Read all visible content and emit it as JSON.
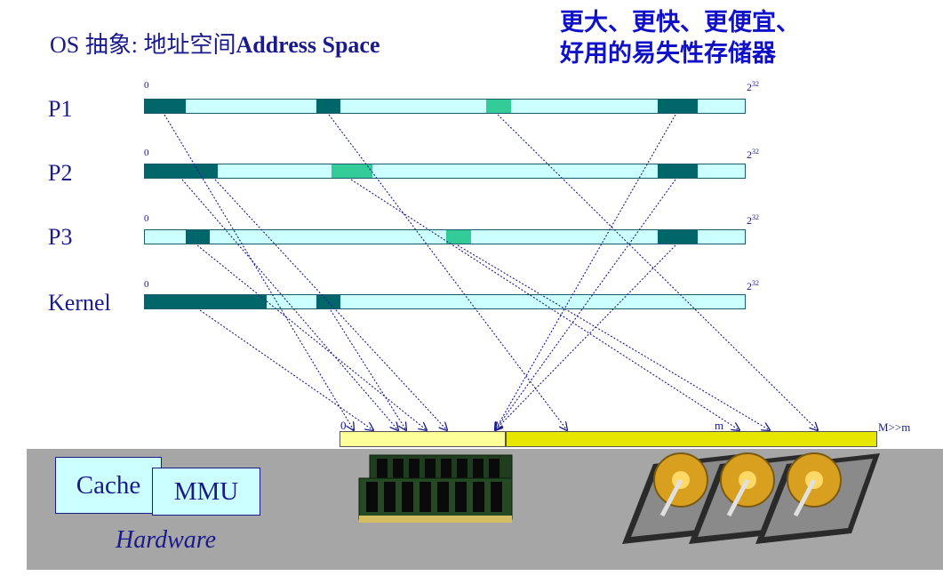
{
  "title": {
    "prefix": "OS 抽象: 地址空间",
    "bold": "Address Space"
  },
  "headline": {
    "line1": "更大、更快、更便宜、",
    "line2": "好用的易失性存储器"
  },
  "rows": [
    {
      "label": "P1",
      "zero": "0",
      "max_base": "2",
      "max_exp": "32"
    },
    {
      "label": "P2",
      "zero": "0",
      "max_base": "2",
      "max_exp": "32"
    },
    {
      "label": "P3",
      "zero": "0",
      "max_base": "2",
      "max_exp": "32"
    },
    {
      "label": "Kernel",
      "zero": "0",
      "max_base": "2",
      "max_exp": "32"
    }
  ],
  "memory": {
    "zero": "0",
    "m": "m",
    "big": "M>>m"
  },
  "hardware": {
    "cache": "Cache",
    "mmu": "MMU",
    "label": "Hardware"
  },
  "colors": {
    "mapped": "#00666a",
    "highlight": "#33cc99",
    "bar_fill": "#ccffff",
    "physical": "#ffff99",
    "disk": "#e6e600",
    "hardware_bg": "#a6a6a6",
    "arrow": "#1a1a8c"
  },
  "icons": [
    "ram-module-icon",
    "hard-disk-icon"
  ]
}
